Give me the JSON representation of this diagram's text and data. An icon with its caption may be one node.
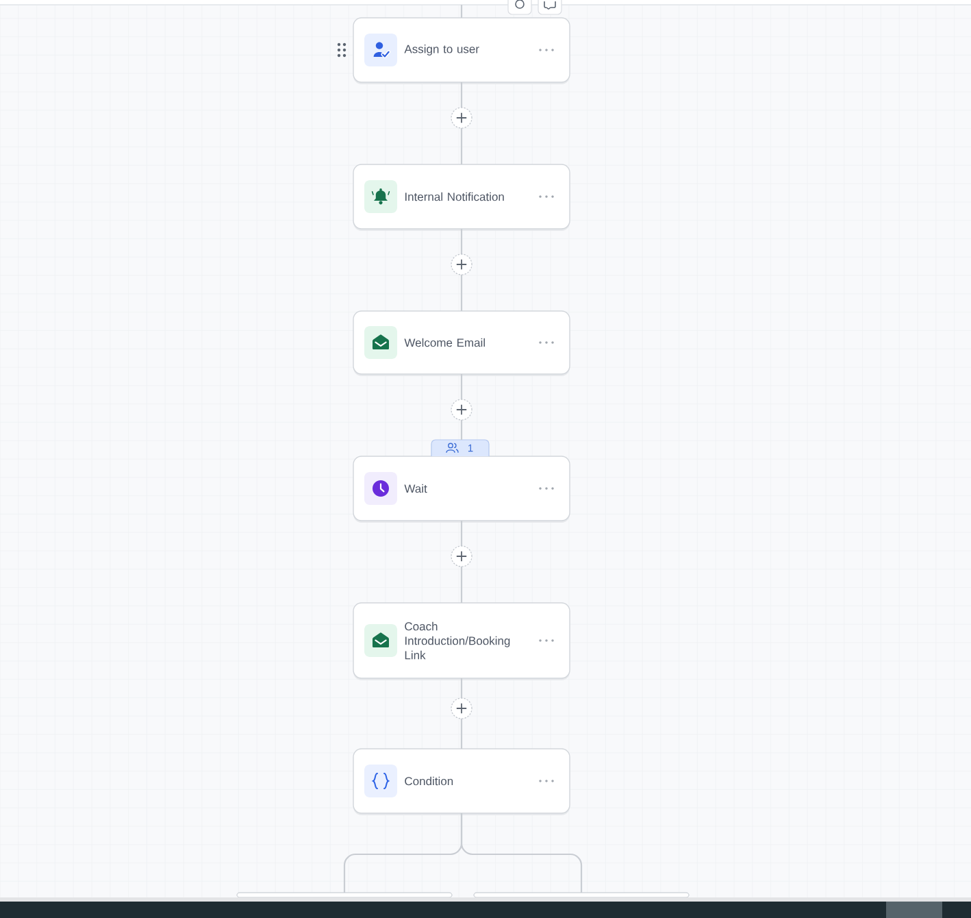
{
  "diagram": {
    "nodes": [
      {
        "text": [
          "Assign to user"
        ]
      },
      {
        "text": [
          "Internal Notification"
        ]
      },
      {
        "text": [
          "Welcome Email"
        ]
      },
      {
        "text": [
          "Wait"
        ],
        "beside": [
          "1"
        ]
      },
      {
        "text": [
          "Coach Introduction/Booking Link"
        ]
      },
      {
        "text": [
          "Condition"
        ]
      },
      {
        "text": [],
        "shape": "box"
      },
      {
        "text": [],
        "shape": "box"
      }
    ],
    "edges": [
      {
        "from": null,
        "to": 0,
        "arrow": "none"
      },
      {
        "from": 0,
        "to": 1,
        "arrow": "none"
      },
      {
        "from": 1,
        "to": 2,
        "arrow": "none"
      },
      {
        "from": 2,
        "to": 3,
        "arrow": "none"
      },
      {
        "from": 3,
        "to": 4,
        "arrow": "none"
      },
      {
        "from": 4,
        "to": 5,
        "arrow": "none"
      },
      {
        "from": 5,
        "to": 6,
        "arrow": "none"
      },
      {
        "from": 5,
        "to": 7,
        "arrow": "none"
      }
    ]
  }
}
